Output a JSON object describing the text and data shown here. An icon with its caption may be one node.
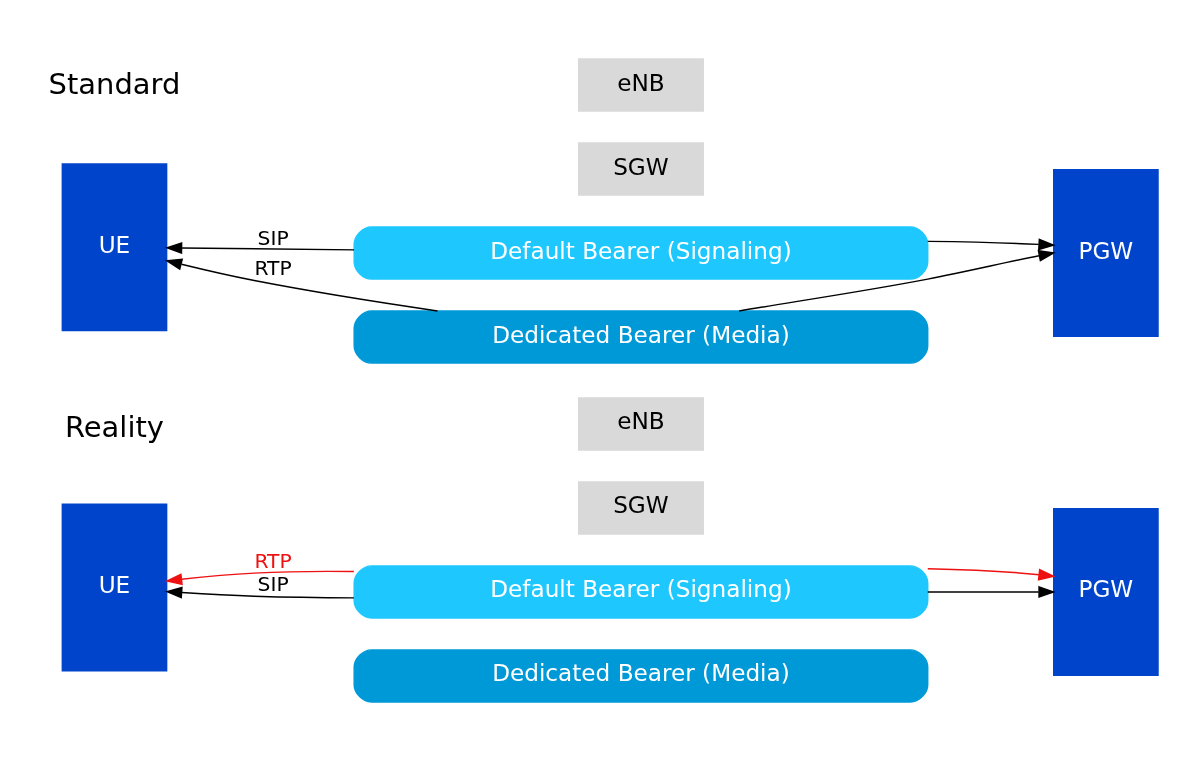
{
  "diagram": {
    "nodes": [
      {
        "text": [
          "UE"
        ]
      },
      {
        "text": [
          "eNB"
        ]
      },
      {
        "text": [
          "SGW"
        ]
      },
      {
        "text": [
          "Default Bearer (Signaling)"
        ]
      },
      {
        "text": [
          "Dedicated Bearer (Media)"
        ]
      },
      {
        "text": [
          "PGW"
        ]
      },
      {
        "text": [
          "UE"
        ]
      },
      {
        "text": [
          "eNB"
        ]
      },
      {
        "text": [
          "SGW"
        ]
      },
      {
        "text": [
          "Default Bearer (Signaling)"
        ]
      },
      {
        "text": [
          "Dedicated Bearer (Media)"
        ]
      },
      {
        "text": [
          "PGW"
        ]
      }
    ],
    "edges": [
      {
        "from": 3,
        "to": 0,
        "arrow": "to",
        "label": "SIP"
      },
      {
        "from": 4,
        "to": 0,
        "arrow": "to",
        "label": "RTP"
      },
      {
        "from": 3,
        "to": 5,
        "arrow": "to"
      },
      {
        "from": 4,
        "to": 5,
        "arrow": "to"
      },
      {
        "from": 9,
        "to": 6,
        "arrow": "to",
        "label": "SIP"
      },
      {
        "from": 9,
        "to": 6,
        "arrow": "to",
        "label": "RTP",
        "color": "#ee1111"
      },
      {
        "from": 9,
        "to": 11,
        "arrow": "to"
      },
      {
        "from": 9,
        "to": 11,
        "arrow": "to",
        "color": "#ee1111"
      }
    ],
    "labels": [
      "Standard",
      "Reality"
    ]
  }
}
